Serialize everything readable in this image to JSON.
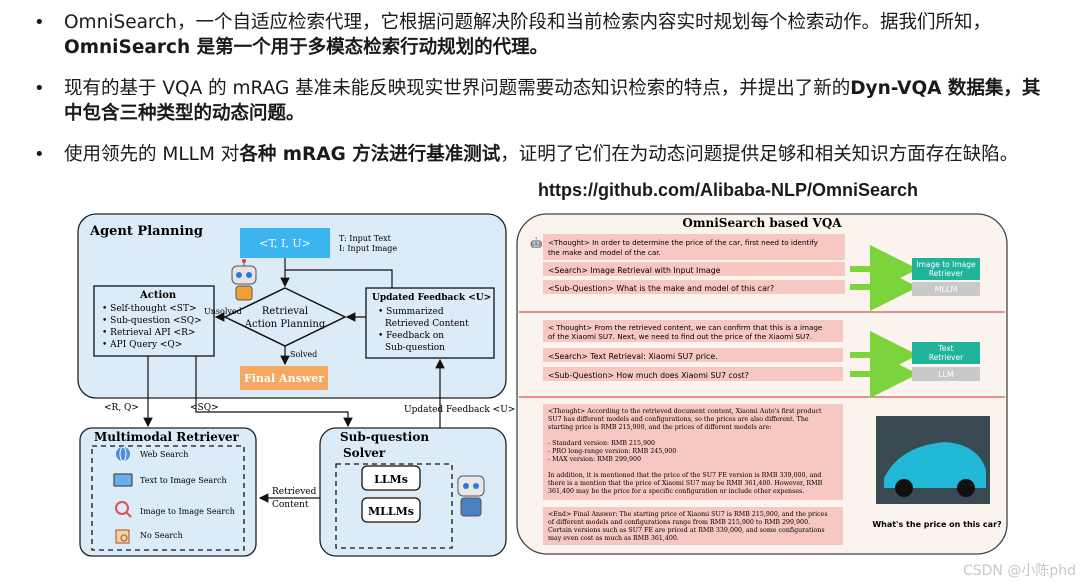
{
  "bullets": [
    {
      "pre": "OmniSearch，一个自适应检索代理，它根据问题解决阶段和当前检索内容实时规划每个检索动作。据我们所知，",
      "bold": "OmniSearch 是第一个用于多模态检索行动规划的代理。",
      "post": ""
    },
    {
      "pre": "现有的基于 VQA 的 mRAG 基准未能反映现实世界问题需要动态知识检索的特点，并提出了新的",
      "bold": "Dyn-VQA 数据集，其中包含三种类型的动态问题。",
      "post": ""
    },
    {
      "pre": "使用领先的 MLLM 对",
      "bold": "各种 mRAG 方法进行基准测试",
      "post": "，证明了它们在为动态问题提供足够和相关知识方面存在缺陷。"
    }
  ],
  "url": "https://github.com/Alibaba-NLP/OmniSearch",
  "left": {
    "agent_planning": "Agent Planning",
    "input": "<T, I, U>",
    "input_legend": [
      "T: Input Text",
      "I: Input Image"
    ],
    "planning": [
      "Retrieval",
      "Action Planning"
    ],
    "unsolved": "Unsolved",
    "solved": "Solved",
    "final_answer": "Final Answer",
    "action_title": "Action",
    "actions": [
      "Self-thought <ST>",
      "Sub-question <SQ>",
      "Retrieval API <R>",
      "API Query <Q>"
    ],
    "feedback_title": "Updated Feedback <U>",
    "feedback": [
      "Summarized",
      "Retrieved Content",
      "Feedback on",
      "Sub-question"
    ],
    "arrow_rq": "<R, Q>",
    "arrow_sq": "<SQ>",
    "arrow_updated": "Updated Feedback <U>",
    "retriever_title": "Multimodal Retriever",
    "retriever_items": [
      "Web Search",
      "Text to Image Search",
      "Image to Image Search",
      "No Search"
    ],
    "retrieved_content": [
      "Retrieved",
      "Content"
    ],
    "solver_title": [
      "Sub-question",
      "Solver"
    ],
    "llms": "LLMs",
    "mllms": "MLLMs"
  },
  "right": {
    "title": "OmniSearch based VQA",
    "s1_thought": [
      "<Thought> In order to determine the price of the car, first need to identify",
      "the make and model of the car."
    ],
    "s1_search": "<Search> Image Retrieval with Input Image",
    "s1_sub": "<Sub-Question> What is the make and model of this car?",
    "s1_tool1": [
      "Image to Image",
      "Retriever"
    ],
    "s1_tool2": "MLLM",
    "s2_thought": [
      "< Thought> From the retrieved content, we can confirm that this is a image",
      "of the Xiaomi SU7. Next, we need to find out the price of the Xiaomi SU7."
    ],
    "s2_search": "<Search> Text Retrieval: Xiaomi SU7 price.",
    "s2_sub": "<Sub-Question> How much does Xiaomi SU7 cost?",
    "s2_tool1": [
      "Text",
      "Retriever"
    ],
    "s2_tool2": "LLM",
    "s3_thought": [
      "<Thought> According to the retrieved document content, Xiaomi Auto's first product",
      "SU7 has different models and configurations, so the prices are also different. The",
      "starting price is RMB 215,900, and the prices of different models are:",
      "",
      "- Standard version: RMB 215,900",
      "- PRO long-range version: RMB 245,900",
      "- MAX version: RMB 299,900",
      "",
      "In addition, it is mentioned that the price of the SU7 FE version is RMB 339,000, and",
      "there is a mention that the price of Xiaomi SU7 may be RMB 361,400. However, RMB",
      "361,400 may be the price for a specific configuration or include other expenses."
    ],
    "s3_end": [
      "<End> Final Answer: The starting price of Xiaomi SU7 is RMB 215,900, and the prices",
      "of different models and configurations range from RMB 215,900 to RMB 299,900.",
      "Certain versions such as SU7 FE are priced at RMB 339,000, and some configurations",
      "may even cost as much as RMB 361,400."
    ],
    "question": "What's the price on this car?"
  },
  "watermark": "CSDN @小陈phd"
}
